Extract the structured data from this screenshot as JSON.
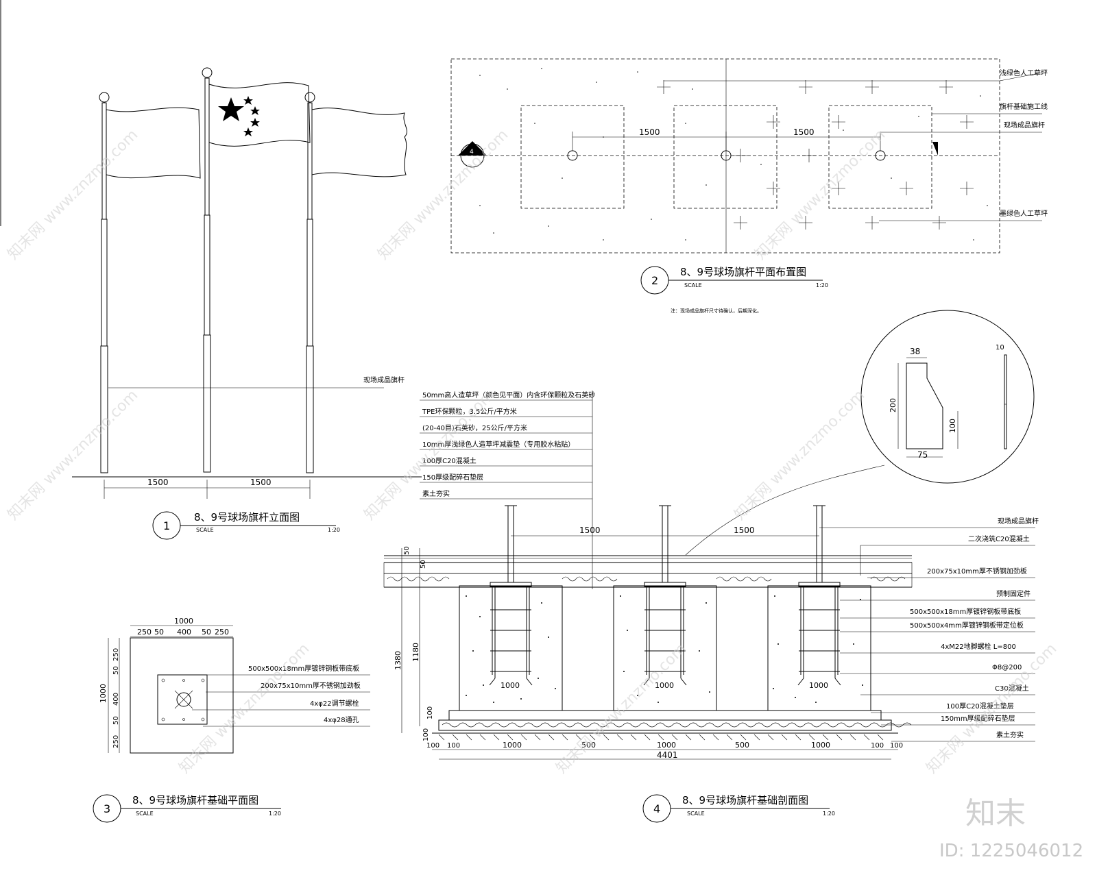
{
  "drawing1": {
    "num": "1",
    "title": "8、9号球场旗杆立面图",
    "scale_label": "SCALE",
    "scale_value": "1:20",
    "callout": "现场成品旗杆",
    "dims": [
      "1500",
      "1500"
    ]
  },
  "drawing2": {
    "num": "2",
    "title": "8、9号球场旗杆平面布置图",
    "scale_label": "SCALE",
    "scale_value": "1:20",
    "note": "注：现场成品旗杆尺寸待确认，后期深化。",
    "section_mark": "4",
    "callouts": [
      "浅绿色人工草坪",
      "旗杆基础施工线",
      "现场成品旗杆",
      "墨绿色人工草坪"
    ],
    "dims": [
      "1500",
      "1500"
    ]
  },
  "drawing3": {
    "num": "3",
    "title": "8、9号球场旗杆基础平面图",
    "scale_label": "SCALE",
    "scale_value": "1:20",
    "callouts": [
      "500x500x18mm厚镀锌钢板带底板",
      "200x75x10mm厚不锈钢加劲板",
      "4xφ22调节螺栓",
      "4xφ28通孔"
    ],
    "dim_total": "1000",
    "dims_top": [
      "250",
      "50",
      "400",
      "50",
      "250"
    ],
    "dims_left": [
      "250",
      "50",
      "400",
      "50",
      "250"
    ]
  },
  "drawing4": {
    "num": "4",
    "title": "8、9号球场旗杆基础剖面图",
    "scale_label": "SCALE",
    "scale_value": "1:20",
    "layers": [
      "50mm高人造草坪（颜色见平面）内含环保颗粒及石英砂",
      "TPE环保颗粒，3.5公斤/平方米",
      "(20-40目)石英砂，25公斤/平方米",
      "10mm厚浅绿色人造草坪减震垫（专用胶水粘贴）",
      "100厚C20混凝土",
      "150厚级配碎石垫层",
      "素土夯实"
    ],
    "right_callouts": [
      "现场成品旗杆",
      "二次浇筑C20混凝土",
      "200x75x10mm厚不锈钢加劲板",
      "预制固定件",
      "500x500x18mm厚镀锌钢板带底板",
      "500x500x4mm厚镀锌钢板带定位板",
      "4xM22地脚螺栓 L=800",
      "Φ8@200",
      "C30混凝土",
      "100厚C20混凝土垫层",
      "150mm厚级配碎石垫层",
      "素土夯实"
    ],
    "top_dims": [
      "1500",
      "1500"
    ],
    "left_dims": [
      "50",
      "50",
      "1380",
      "1180",
      "100",
      "100"
    ],
    "bottom_dims": [
      "100",
      "100",
      "1000",
      "500",
      "1000",
      "500",
      "1000",
      "100",
      "100"
    ],
    "bottom_total": "4401",
    "footing_width": "1000"
  },
  "detail": {
    "dims": [
      "38",
      "200",
      "75",
      "100",
      "10"
    ]
  },
  "watermark": {
    "site": "www.znzmo.com",
    "brand": "知末网",
    "logo": "知末",
    "id_text": "ID: 1225046012"
  }
}
